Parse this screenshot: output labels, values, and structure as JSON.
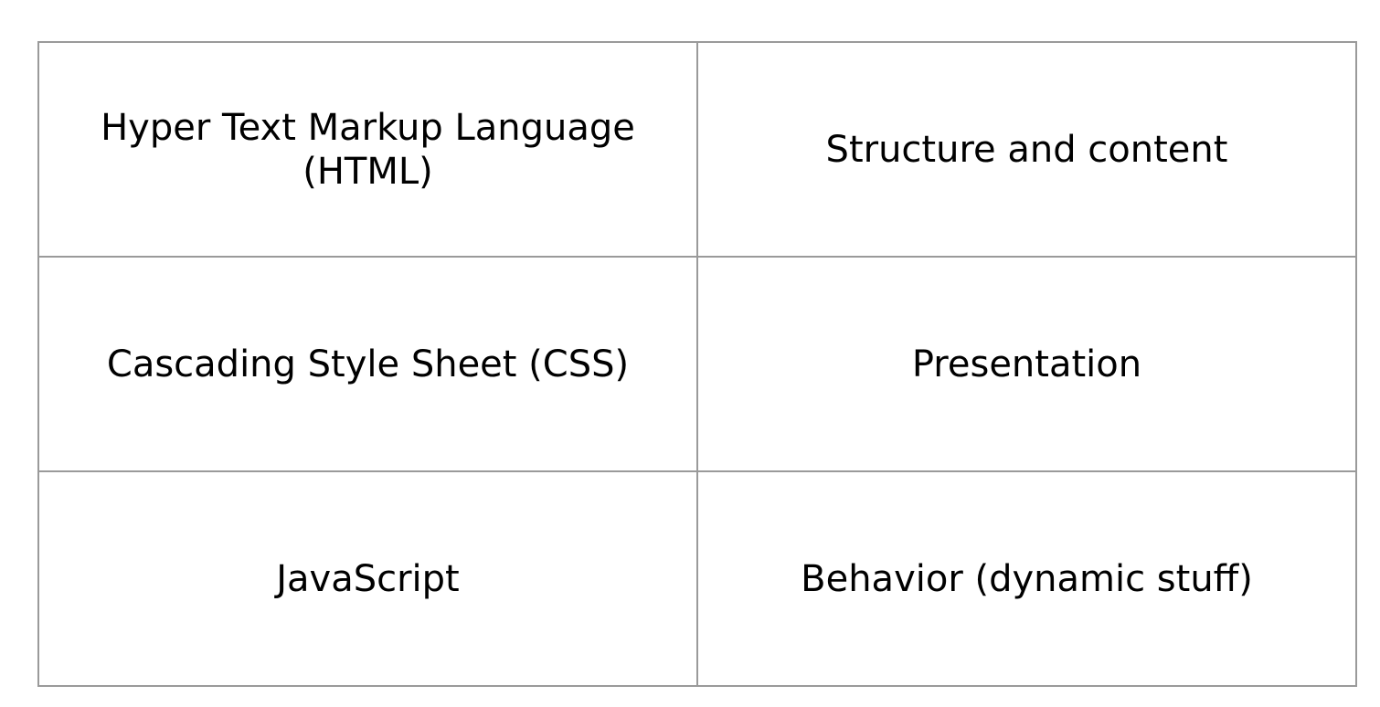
{
  "table": {
    "rows": [
      {
        "term": "Hyper Text Markup Language (HTML)",
        "role": "Structure and content"
      },
      {
        "term": "Cascading Style Sheet (CSS)",
        "role": "Presentation"
      },
      {
        "term": "JavaScript",
        "role": "Behavior (dynamic stuff)"
      }
    ]
  }
}
